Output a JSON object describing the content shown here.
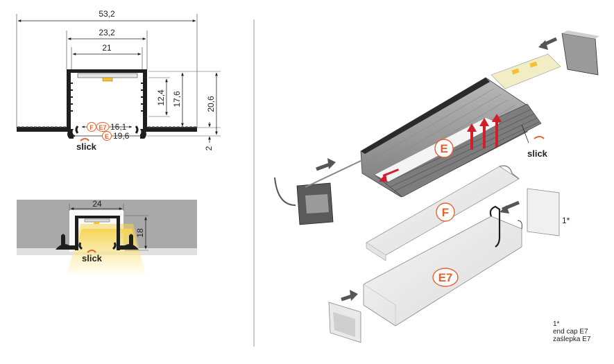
{
  "dimensions": {
    "total_width": "53,2",
    "outer_width": "23,2",
    "inner_width": "21",
    "depth_small": "12,4",
    "depth_mid": "17,6",
    "depth_total": "20,6",
    "flange": "2",
    "width_f_e7": "16,1",
    "width_e": "19,6",
    "install_width": "24",
    "install_depth": "18"
  },
  "badges": {
    "e": "E",
    "f": "F",
    "e7": "E7"
  },
  "brand": {
    "click": "slick"
  },
  "footnote": {
    "marker": "1*",
    "label_en": "end cap E7",
    "label_pl": "zaślepka E7"
  },
  "colors": {
    "accent": "#e8612c",
    "arrow_red": "#d01f2a",
    "arrow_gray": "#555555",
    "profile": "#1e1e1e",
    "led": "#f2d85a"
  }
}
